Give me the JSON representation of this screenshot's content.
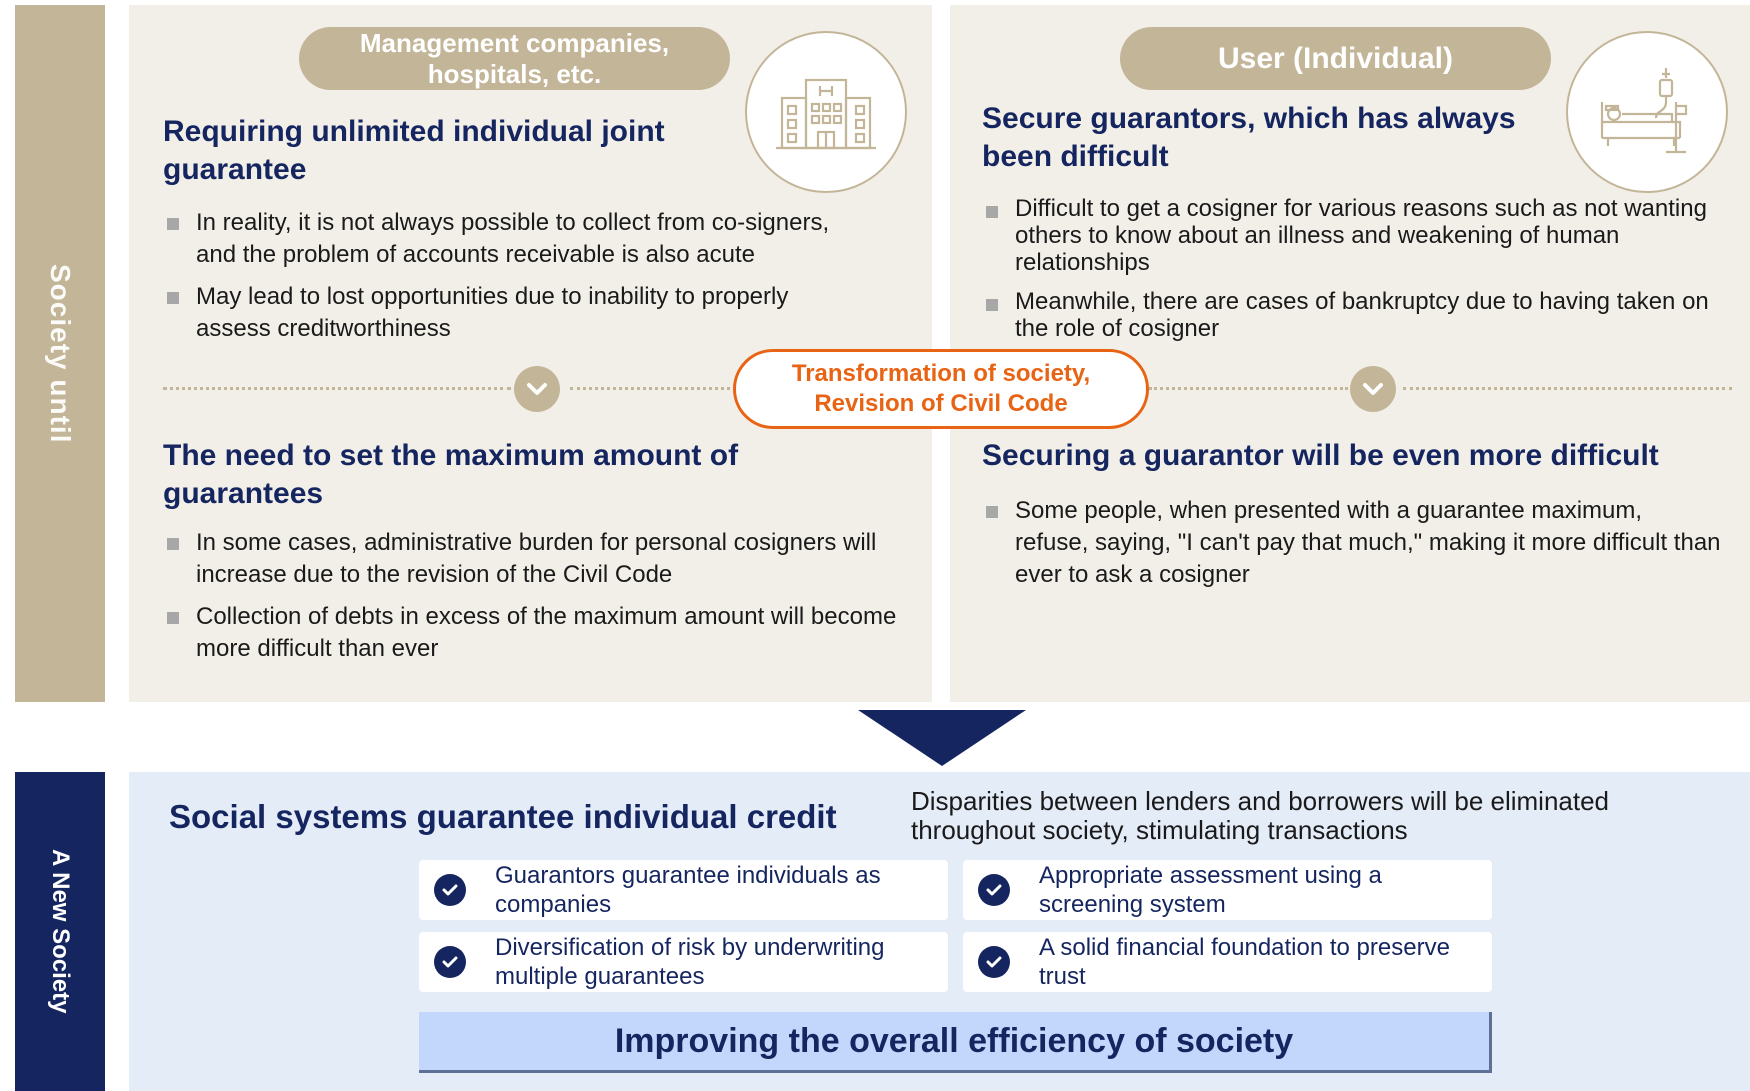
{
  "sidebar": {
    "top_label": "Society until",
    "bottom_label": "A New Society"
  },
  "left_panel": {
    "pill": "Management companies, hospitals, etc.",
    "icon": "hospital-building-icon",
    "top_heading": "Requiring unlimited individual joint guarantee",
    "top_bullets": [
      "In reality, it is not always possible to collect from co-signers, and the problem of accounts receivable is also acute",
      "May lead to lost opportunities due to inability to properly assess creditworthiness"
    ],
    "bottom_heading": "The need to set the maximum amount of guarantees",
    "bottom_bullets": [
      "In some cases, administrative burden for personal cosigners will increase due to the revision of the Civil Code",
      "Collection of debts in excess of the maximum amount will become more difficult than ever"
    ]
  },
  "right_panel": {
    "pill": "User (Individual)",
    "icon": "hospital-bed-icon",
    "top_heading": "Secure guarantors, which has always been difficult",
    "top_bullets": [
      "Difficult to get a cosigner for various reasons such as not wanting others to know about an illness and weakening of human relationships",
      "Meanwhile, there are cases of bankruptcy due to having taken on the role of cosigner"
    ],
    "bottom_heading": "Securing a guarantor will be even more difficult",
    "bottom_bullets": [
      "Some people, when presented with a guarantee maximum, refuse, saying, \"I can't pay that much,\" making it more difficult than ever to ask a cosigner"
    ]
  },
  "transformation": {
    "line1": "Transformation of society,",
    "line2": "Revision of Civil Code"
  },
  "new_society": {
    "title": "Social systems guarantee individual credit",
    "description": "Disparities between lenders and borrowers will be eliminated throughout society, stimulating transactions",
    "features": [
      "Guarantors guarantee individuals as companies",
      "Appropriate assessment using a screening system",
      "Diversification of risk by underwriting multiple guarantees",
      "A solid financial foundation to preserve trust"
    ],
    "conclusion": "Improving the overall efficiency of society"
  },
  "colors": {
    "beige": "#c3b597",
    "panel": "#f2efe8",
    "navy": "#15255f",
    "orange": "#e86414",
    "light_blue": "#e4ecf8",
    "blue_box": "#c3d6fb"
  }
}
